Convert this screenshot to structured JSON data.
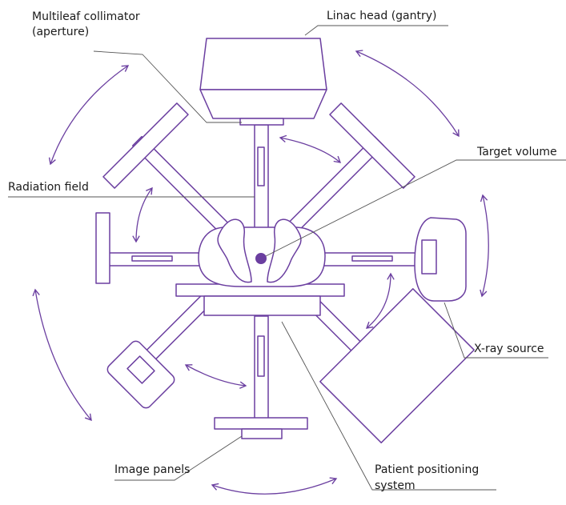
{
  "labels": {
    "multileaf_line1": "Multileaf collimator",
    "multileaf_line2": "(aperture)",
    "linac_head": "Linac head (gantry)",
    "target_volume": "Target volume",
    "radiation_field": "Radiation field",
    "xray_source": "X-ray source",
    "image_panels": "Image panels",
    "patient_positioning_line1": "Patient positioning",
    "patient_positioning_line2": "system"
  },
  "colors": {
    "outline": "#6b3fa0",
    "target_fill": "#6b3fa0",
    "leader_lines": "#555555",
    "text": "#1a1a1a"
  }
}
